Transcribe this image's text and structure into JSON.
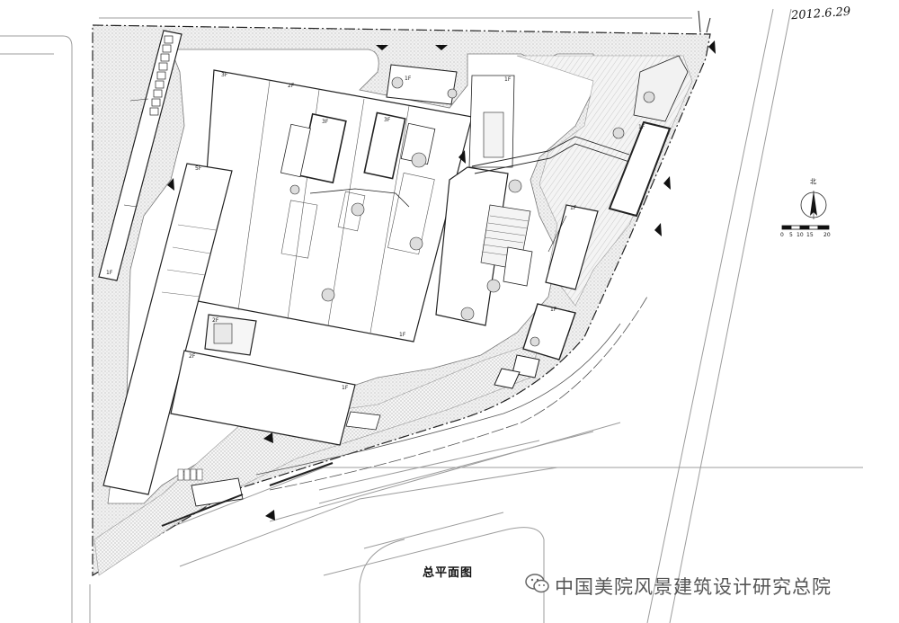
{
  "drawing": {
    "title": "总平面图",
    "date": "2012.6.29",
    "north_label": "北",
    "scale_ticks": [
      "0",
      "5",
      "10",
      "15",
      "20"
    ]
  },
  "floor_labels": [
    "3F",
    "2F",
    "1F",
    "3F",
    "3F",
    "1F",
    "5F",
    "1F",
    "1F",
    "2F",
    "2F",
    "1F",
    "1F",
    "1F",
    "1F"
  ],
  "watermark": {
    "text": "中国美院风景建筑设计研究总院",
    "logo_icon": "wechat-logo-icon"
  },
  "colors": {
    "line": "#222222",
    "hatch": "#cfcfcf",
    "ground": "#ebebeb"
  }
}
